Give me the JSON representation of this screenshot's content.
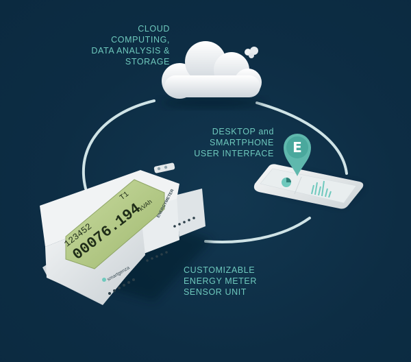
{
  "labels": {
    "cloud": [
      "CLOUD",
      "COMPUTING,",
      "DATA ANALYSIS &",
      "STORAGE"
    ],
    "interface": [
      "DESKTOP and",
      "SMARTPHONE",
      "USER INTERFACE"
    ],
    "meter": [
      "CUSTOMIZABLE",
      "ENERGY METER",
      "SENSOR UNIT"
    ]
  },
  "pin": {
    "letter": "E"
  },
  "meter": {
    "display_top": "123452",
    "display_main": "00076.194",
    "display_unit": "kVAh",
    "display_tag": "T1",
    "brand": "smartgenza",
    "side_label": "ENERGYMETER"
  },
  "colors": {
    "background": "#0d2d44",
    "accent": "#6ec9bd",
    "arc": "#cfe3e6",
    "lcd": "#b9cf8f"
  }
}
